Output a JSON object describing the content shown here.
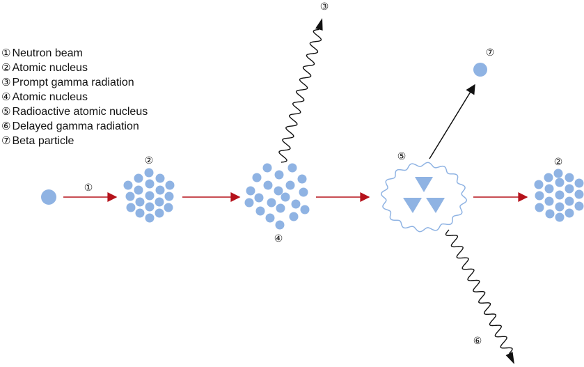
{
  "legend": [
    {
      "num": "①",
      "label": "Neutron beam"
    },
    {
      "num": "②",
      "label": "Atomic nucleus"
    },
    {
      "num": "③",
      "label": "Prompt gamma radiation"
    },
    {
      "num": "④",
      "label": "Atomic nucleus"
    },
    {
      "num": "⑤",
      "label": "Radioactive atomic nucleus"
    },
    {
      "num": "⑥",
      "label": "Delayed gamma radiation"
    },
    {
      "num": "⑦",
      "label": "Beta particle"
    }
  ],
  "markers": {
    "neutron_beam": "①",
    "nucleus_initial": "②",
    "prompt_gamma": "③",
    "compound_nucleus": "④",
    "radioactive_nucleus": "⑤",
    "delayed_gamma": "⑥",
    "beta_particle": "⑦",
    "nucleus_final": "②"
  },
  "colors": {
    "particle": "#8fb3e3",
    "arrow_red": "#b5121b",
    "wave": "#111111",
    "outline": "#8fb3e3"
  }
}
